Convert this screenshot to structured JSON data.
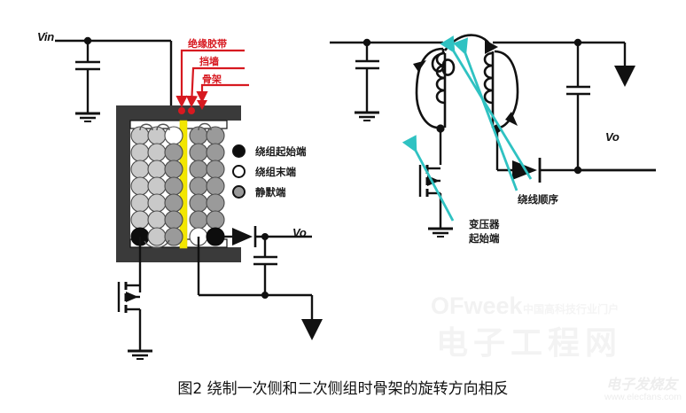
{
  "figure": {
    "caption": "图2  绕制一次侧和二次侧组时骨架的旋转方向相反"
  },
  "left_diagram": {
    "name": "bobbin-cross-section-circuit",
    "vin_label": "Vin",
    "vo_label": "Vo",
    "callouts": [
      {
        "id": "insulation-tape",
        "label": "绝缘胶带"
      },
      {
        "id": "barrier-wall",
        "label": "挡墙"
      },
      {
        "id": "bobbin",
        "label": "骨架"
      }
    ],
    "legend": {
      "items": [
        {
          "id": "winding-start",
          "label": "绕组起始端",
          "fill": "#0d0d0d"
        },
        {
          "id": "winding-end",
          "label": "绕组末端",
          "fill": "#ffffff"
        },
        {
          "id": "quiet-end",
          "label": "静默端",
          "fill": "#9a9a9a"
        }
      ]
    },
    "colors": {
      "core": "#3a3a3a",
      "tape": "#f2e600",
      "callout": "#d71920",
      "wire_light": "#c9c9c9",
      "wire_dark": "#9a9a9a"
    }
  },
  "right_diagram": {
    "name": "flyback-transformer-schematic",
    "vo_label": "Vo",
    "annotations": [
      {
        "id": "winding-order",
        "label": "绕线顺序"
      },
      {
        "id": "transformer-start-line1",
        "label": "变压器"
      },
      {
        "id": "transformer-start-line2",
        "label": "起始端"
      }
    ],
    "colors": {
      "arrow": "#2fc2c2",
      "wire": "#111111"
    }
  },
  "watermarks": {
    "ofweek": "OFweek",
    "ofweek_sub": "中国高科技行业门户",
    "cn_site": "电子工程网",
    "logo_cn": "电子发烧友",
    "logo_url": "www.elecfans.com"
  }
}
